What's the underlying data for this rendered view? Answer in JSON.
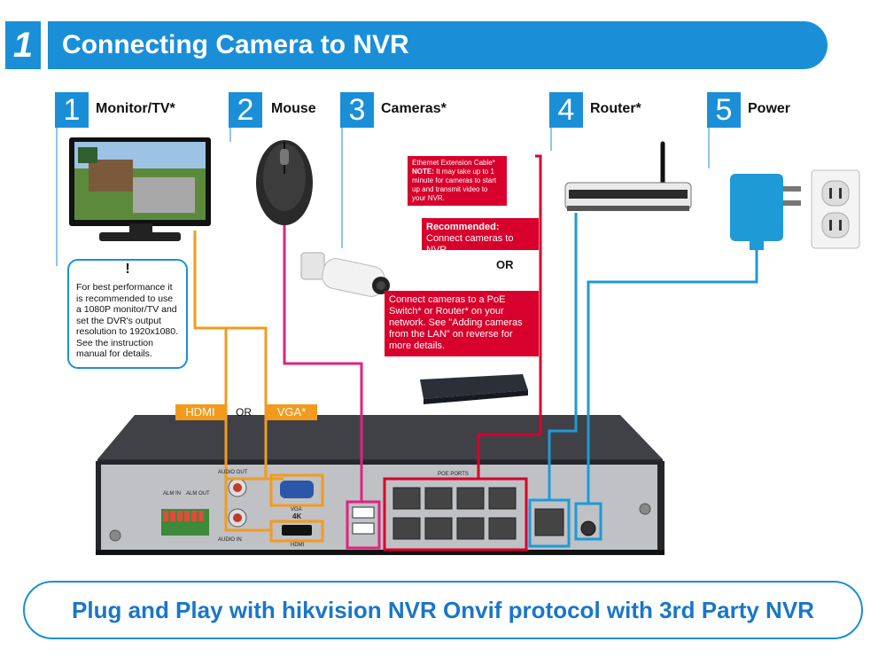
{
  "header": {
    "number": "1",
    "title": "Connecting Camera to NVR"
  },
  "steps": [
    {
      "number": "1",
      "label": "Monitor/TV*"
    },
    {
      "number": "2",
      "label": "Mouse"
    },
    {
      "number": "3",
      "label": "Cameras*"
    },
    {
      "number": "4",
      "label": "Router*"
    },
    {
      "number": "5",
      "label": "Power"
    }
  ],
  "tip": {
    "mark": "!",
    "text": "For best performance it is recommended to use a 1080P monitor/TV and set the DVR's output resolution to 1920x1080. See the instruction manual for details."
  },
  "notes": {
    "ethernet_title": "Ethernet Extension Cable*",
    "ethernet_note_label": "NOTE:",
    "ethernet_note": " It may take up to 1 minute for cameras to start up and transmit video to your NVR.",
    "recommended_label": "Recommended:",
    "recommended_text": " Connect cameras to NVR",
    "or": "OR",
    "poe_text": "Connect cameras to a PoE Switch* or Router* on your network. See \"Adding cameras from the LAN\" on reverse for more details."
  },
  "labels": {
    "hdmi": "HDMI",
    "or": "OR",
    "vga": "VGA*"
  },
  "panel": {
    "alm_in": "ALM IN",
    "alm_out": "ALM OUT",
    "audio_out": "AUDIO OUT",
    "audio_in": "AUDIO IN",
    "vga": "VGA",
    "k4": "4K",
    "hdmi": "HDMI",
    "poe_ports": "POE PORTS"
  },
  "footer": {
    "text": "Plug and Play with hikvision NVR Onvif protocol with 3rd Party NVR"
  },
  "colors": {
    "blue": "#1a8fd8",
    "orange": "#f29a1e",
    "pink": "#e0237c",
    "red": "#d8002c",
    "cable_blue": "#1e9ad6"
  }
}
